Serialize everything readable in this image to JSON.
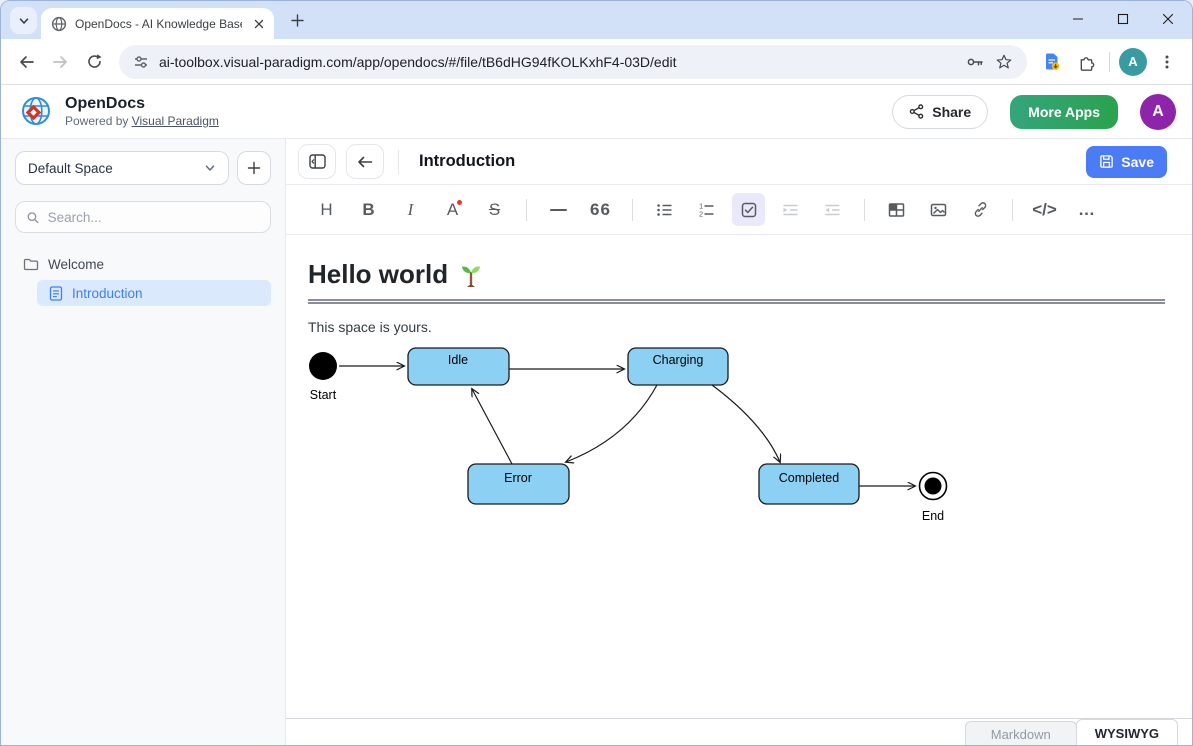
{
  "browser": {
    "tab_title": "OpenDocs - AI Knowledge Base",
    "url": "ai-toolbox.visual-paradigm.com/app/opendocs/#/file/tB6dHG94fKOLKxhF4-03D/edit",
    "profile_initial": "A"
  },
  "app_header": {
    "app_name": "OpenDocs",
    "powered_by_prefix": "Powered by ",
    "powered_by_link": "Visual Paradigm",
    "share_label": "Share",
    "more_apps_label": "More Apps",
    "avatar_initial": "A"
  },
  "sidebar": {
    "space_selector": "Default Space",
    "search_placeholder": "Search...",
    "tree": [
      {
        "label": "Welcome",
        "type": "folder"
      },
      {
        "label": "Introduction",
        "type": "document",
        "selected": true
      }
    ]
  },
  "doc": {
    "title": "Introduction",
    "save_label": "Save",
    "heading": "Hello world",
    "heading_emoji": "🌱",
    "body_text": "This space is yours."
  },
  "toolbar_icons": {
    "heading": "H",
    "bold": "B",
    "italic": "I",
    "text_color": "A",
    "strikethrough": "S",
    "quote": "66",
    "ol_1": "1",
    "ol_2": "2",
    "code": "</>",
    "more": "…"
  },
  "diagram": {
    "type": "state-machine",
    "nodes": [
      {
        "id": "start",
        "kind": "initial",
        "label": "Start"
      },
      {
        "id": "idle",
        "kind": "state",
        "label": "Idle"
      },
      {
        "id": "charging",
        "kind": "state",
        "label": "Charging"
      },
      {
        "id": "error",
        "kind": "state",
        "label": "Error"
      },
      {
        "id": "completed",
        "kind": "state",
        "label": "Completed"
      },
      {
        "id": "end",
        "kind": "final",
        "label": "End"
      }
    ],
    "edges": [
      {
        "from": "start",
        "to": "idle"
      },
      {
        "from": "idle",
        "to": "charging"
      },
      {
        "from": "charging",
        "to": "error"
      },
      {
        "from": "error",
        "to": "idle"
      },
      {
        "from": "charging",
        "to": "completed"
      },
      {
        "from": "completed",
        "to": "end"
      }
    ]
  },
  "footer": {
    "markdown_label": "Markdown",
    "wysiwyg_label": "WYSIWYG",
    "active_mode": "WYSIWYG"
  },
  "colors": {
    "titlebar": "#d3e1f8",
    "accent_blue": "#4b7bf5",
    "selected_item_bg": "#dbe9fd",
    "selected_item_text": "#3e7ef7",
    "more_apps_gradient_start": "#34a57c",
    "more_apps_gradient_end": "#2ba24e",
    "avatar_purple": "#8e24aa",
    "browser_avatar_teal": "#379ba1",
    "diagram_node_fill": "#8cd1f3"
  }
}
